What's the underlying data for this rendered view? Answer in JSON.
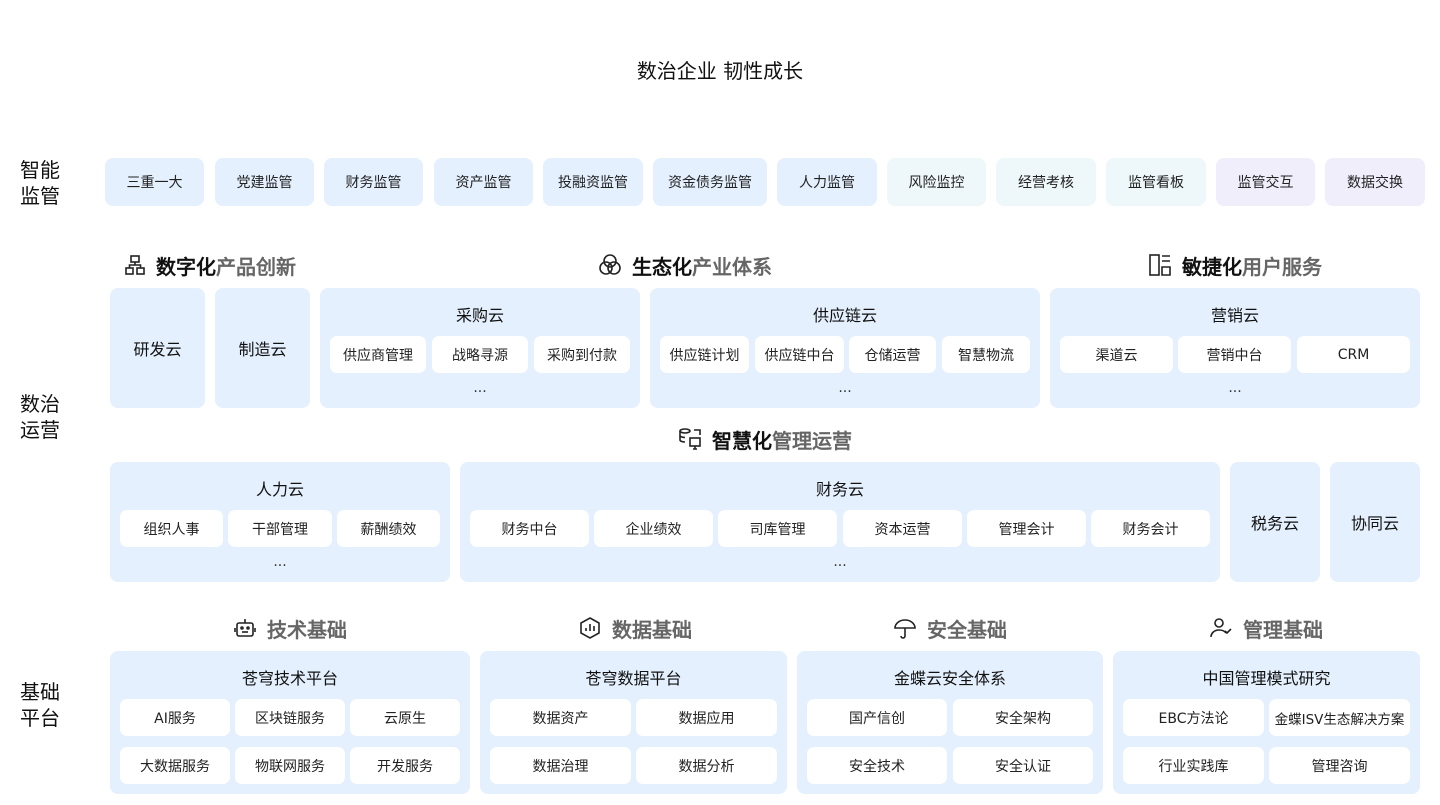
{
  "title": "数治企业 韧性成长",
  "rows": {
    "smart_supervision": "智能\n监管",
    "digital_operations": "数治\n运营",
    "foundation": "基础\n平台"
  },
  "supervision_items": [
    "三重一大",
    "党建监管",
    "财务监管",
    "资产监管",
    "投融资监管",
    "资金债务监管",
    "人力监管",
    "风险监控",
    "经营考核",
    "监管看板",
    "监管交互",
    "数据交换"
  ],
  "sections": {
    "product": {
      "bold": "数字化",
      "gray": "产品创新",
      "icon": "org-chart-icon"
    },
    "ecosystem": {
      "bold": "生态化",
      "gray": "产业体系",
      "icon": "venn-circles-icon"
    },
    "user_service": {
      "bold": "敏捷化",
      "gray": "用户服务",
      "icon": "dashboard-layout-icon"
    },
    "management": {
      "bold": "智慧化",
      "gray": "管理运营",
      "icon": "database-screen-icon"
    },
    "tech": {
      "gray": "技术基础",
      "icon": "robot-icon"
    },
    "data": {
      "gray": "数据基础",
      "icon": "chart-hexagon-icon"
    },
    "security": {
      "gray": "安全基础",
      "icon": "umbrella-icon"
    },
    "mgmt_base": {
      "gray": "管理基础",
      "icon": "user-check-icon"
    }
  },
  "clouds": {
    "rd": "研发云",
    "manufacturing": "制造云",
    "procurement": {
      "title": "采购云",
      "items": [
        "供应商管理",
        "战略寻源",
        "采购到付款"
      ],
      "more": "..."
    },
    "supply_chain": {
      "title": "供应链云",
      "items": [
        "供应链计划",
        "供应链中台",
        "仓储运营",
        "智慧物流"
      ],
      "more": "..."
    },
    "marketing": {
      "title": "营销云",
      "items": [
        "渠道云",
        "营销中台",
        "CRM"
      ],
      "more": "..."
    },
    "hr": {
      "title": "人力云",
      "items": [
        "组织人事",
        "干部管理",
        "薪酬绩效"
      ],
      "more": "..."
    },
    "finance": {
      "title": "财务云",
      "items": [
        "财务中台",
        "企业绩效",
        "司库管理",
        "资本运营",
        "管理会计",
        "财务会计"
      ],
      "more": "..."
    },
    "tax": "税务云",
    "collab": "协同云"
  },
  "platforms": {
    "tech": {
      "title": "苍穹技术平台",
      "items": [
        "AI服务",
        "区块链服务",
        "云原生",
        "大数据服务",
        "物联网服务",
        "开发服务"
      ]
    },
    "data": {
      "title": "苍穹数据平台",
      "items": [
        "数据资产",
        "数据应用",
        "数据治理",
        "数据分析"
      ]
    },
    "security": {
      "title": "金蝶云安全体系",
      "items": [
        "国产信创",
        "安全架构",
        "安全技术",
        "安全认证"
      ]
    },
    "mgmt": {
      "title": "中国管理模式研究",
      "items": [
        "EBC方法论",
        "金蝶ISV生态解决方案",
        "行业实践库",
        "管理咨询"
      ]
    }
  },
  "colors": {
    "card": "#e4f0fd",
    "teal": "#eef7f9",
    "purple": "#f1eefc"
  }
}
